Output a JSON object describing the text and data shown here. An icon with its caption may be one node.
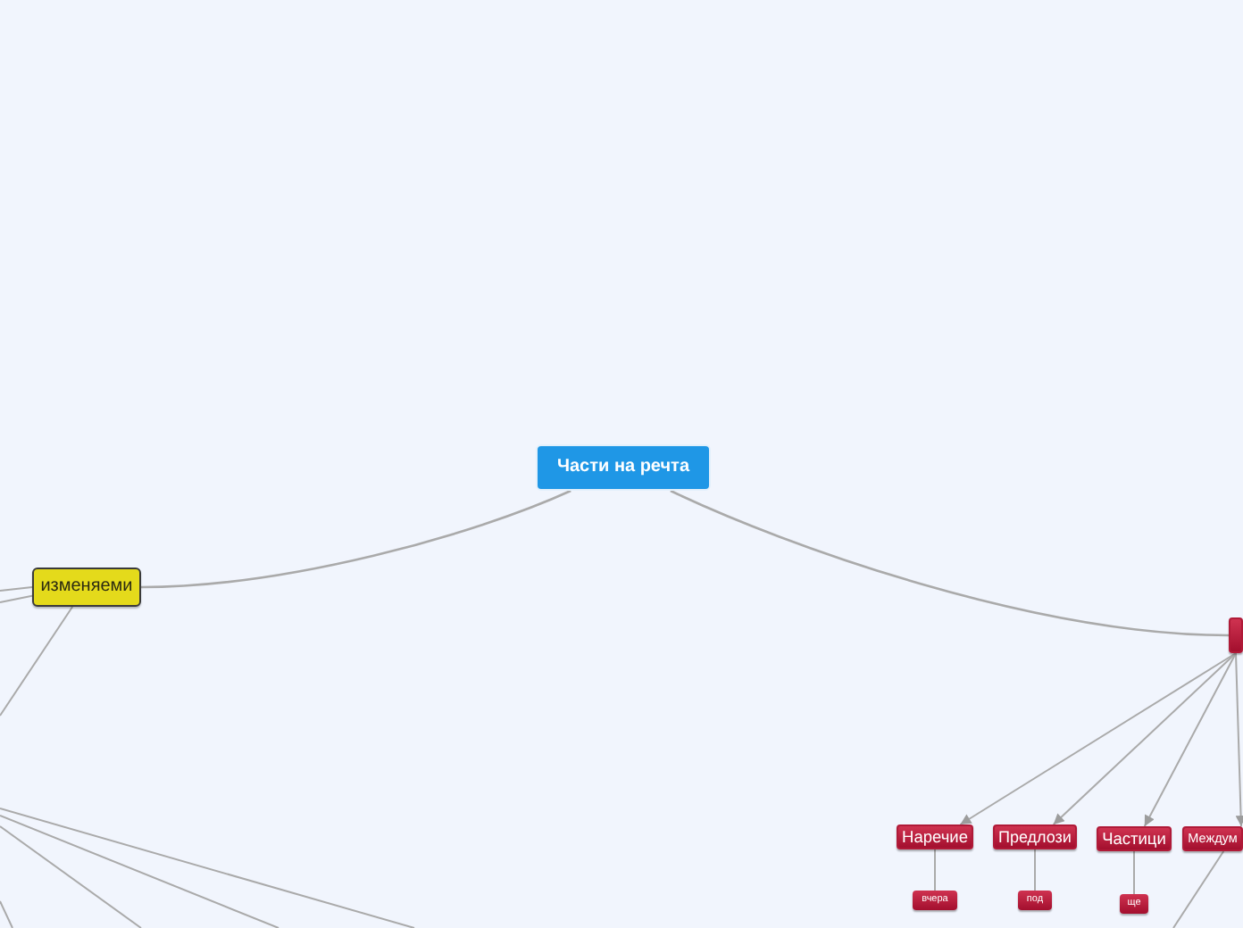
{
  "diagram": {
    "nodes": [
      {
        "text": [
          "Части на речта"
        ]
      },
      {
        "text": [
          "изменяеми"
        ]
      },
      {
        "text": [],
        "shape": "box"
      },
      {
        "text": [
          "Наречие"
        ]
      },
      {
        "text": [
          "Предлози"
        ]
      },
      {
        "text": [
          "Частици"
        ]
      },
      {
        "text": [
          "Междум"
        ]
      },
      {
        "text": [
          "вчера"
        ]
      },
      {
        "text": [
          "под"
        ]
      },
      {
        "text": [
          "ще"
        ]
      }
    ],
    "edges": [
      {
        "from": 0,
        "to": 1,
        "arrow": "none"
      },
      {
        "from": 0,
        "to": 2,
        "arrow": "none"
      },
      {
        "from": 1,
        "to": null,
        "arrow": "none"
      },
      {
        "from": 1,
        "to": null,
        "arrow": "none"
      },
      {
        "from": 1,
        "to": null,
        "arrow": "none"
      },
      {
        "from": 2,
        "to": 3,
        "arrow": "to"
      },
      {
        "from": 2,
        "to": 4,
        "arrow": "to"
      },
      {
        "from": 2,
        "to": 5,
        "arrow": "to"
      },
      {
        "from": 2,
        "to": 6,
        "arrow": "to"
      },
      {
        "from": 3,
        "to": 7,
        "arrow": "none"
      },
      {
        "from": 4,
        "to": 8,
        "arrow": "none"
      },
      {
        "from": 5,
        "to": 9,
        "arrow": "none"
      },
      {
        "from": 6,
        "to": null,
        "arrow": "none"
      }
    ]
  }
}
